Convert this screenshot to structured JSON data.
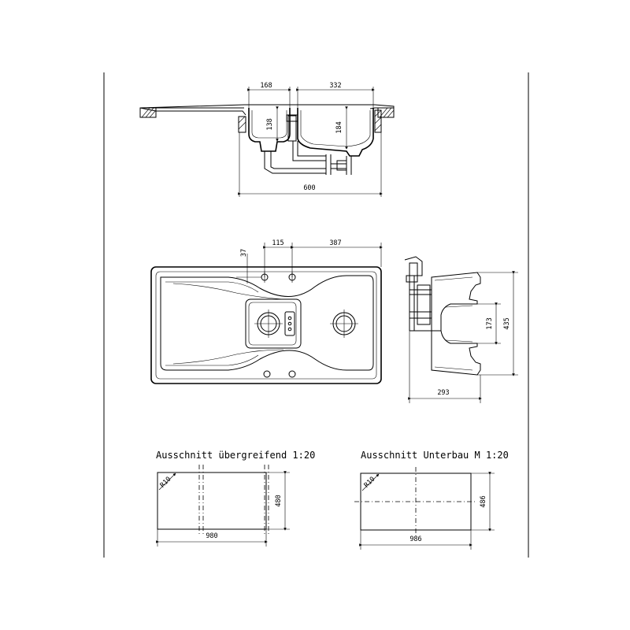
{
  "section_view": {
    "dims": {
      "left_bowl_width": "168",
      "right_bowl_width": "332",
      "left_bowl_depth": "138",
      "right_bowl_depth": "184",
      "total_width": "600"
    }
  },
  "top_view": {
    "dims": {
      "offset": "37",
      "spacing": "115",
      "distance": "387"
    }
  },
  "side_view": {
    "dims": {
      "height": "435",
      "inner": "173",
      "depth": "293"
    }
  },
  "cutout_overmount": {
    "title": "Ausschnitt übergreifend 1:20",
    "radius": "R10",
    "width": "980",
    "height": "480"
  },
  "cutout_undermount": {
    "title": "Ausschnitt Unterbau M 1:20",
    "radius": "R10",
    "width": "986",
    "height": "486"
  }
}
